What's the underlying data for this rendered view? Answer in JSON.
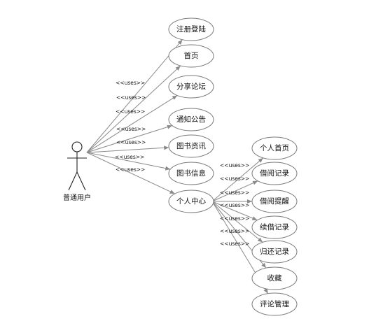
{
  "diagram": {
    "type": "use-case",
    "actor": {
      "label": "普通用户",
      "icon": "stick-figure-icon"
    },
    "stereotype": "<<uses>>",
    "colors": {
      "line": "#8a8a8a",
      "ellipse_stroke": "#7a7a7a",
      "text": "#111111"
    },
    "use_cases": [
      {
        "id": "register",
        "label": "注册登陆"
      },
      {
        "id": "home",
        "label": "首页"
      },
      {
        "id": "forum",
        "label": "分享论坛"
      },
      {
        "id": "notice",
        "label": "通知公告"
      },
      {
        "id": "book-news",
        "label": "图书资讯"
      },
      {
        "id": "book-info",
        "label": "图书信息"
      },
      {
        "id": "personal-center",
        "label": "个人中心"
      }
    ],
    "sub_use_cases": [
      {
        "id": "personal-home",
        "label": "个人首页"
      },
      {
        "id": "borrow-record",
        "label": "借阅记录"
      },
      {
        "id": "borrow-reminder",
        "label": "借阅提醒"
      },
      {
        "id": "renew-record",
        "label": "续借记录"
      },
      {
        "id": "return-record",
        "label": "归还记录"
      },
      {
        "id": "favorites",
        "label": "收藏"
      },
      {
        "id": "comment-manage",
        "label": "评论管理"
      }
    ]
  }
}
